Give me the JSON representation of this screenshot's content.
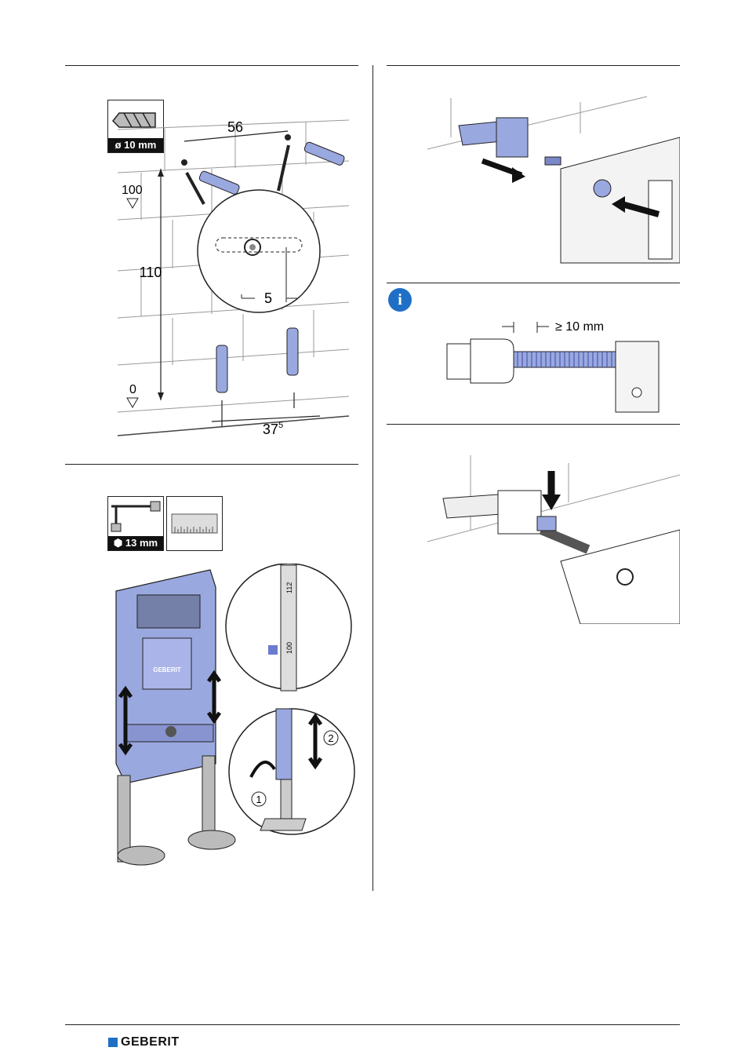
{
  "left_top": {
    "tool_label": "ø 10 mm",
    "dim_56": "56",
    "dim_100": "100",
    "dim_110": "110",
    "dim_0": "0",
    "dim_5": "5",
    "dim_375_base": "37",
    "dim_375_sup": "5"
  },
  "left_bottom": {
    "tool_label": "13 mm",
    "logo_on_frame": "GEBERIT",
    "scale_112": "112",
    "scale_100": "100",
    "step_1": "1",
    "step_2": "2"
  },
  "right_info": {
    "dimension_label": "≥ 10 mm"
  },
  "footer": {
    "brand": "GEBERIT"
  },
  "colors": {
    "frame_blue": "#9aa8e0",
    "info_blue": "#1f6fc6",
    "brand_blue": "#1f6fc6"
  }
}
